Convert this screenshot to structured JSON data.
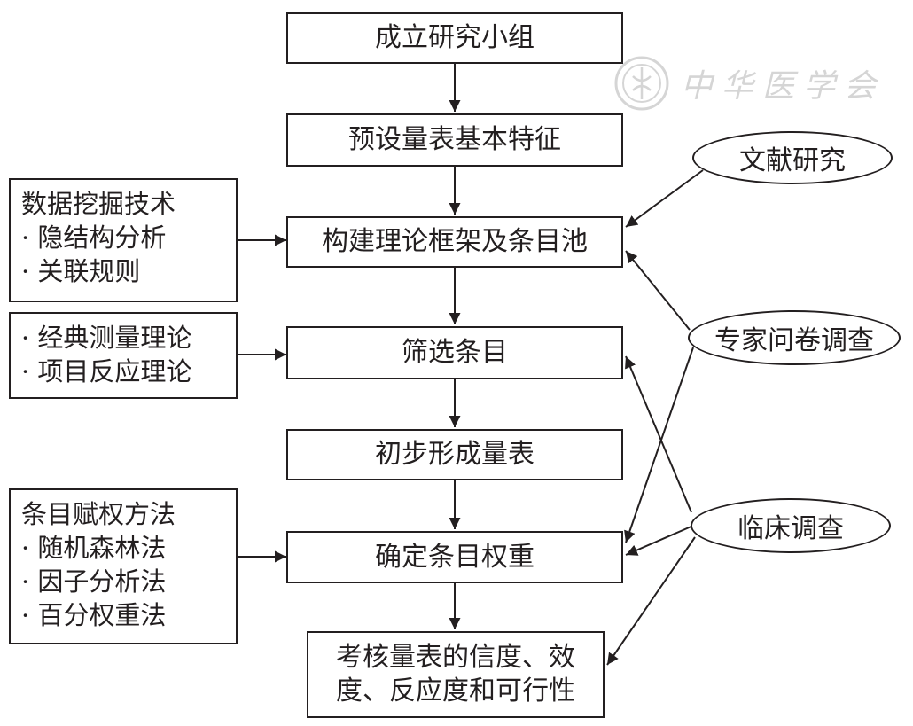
{
  "main_flow": [
    {
      "id": "s1",
      "lines": [
        "成立研究小组"
      ]
    },
    {
      "id": "s2",
      "lines": [
        "预设量表基本特征"
      ]
    },
    {
      "id": "s3",
      "lines": [
        "构建理论框架及条目池"
      ]
    },
    {
      "id": "s4",
      "lines": [
        "筛选条目"
      ]
    },
    {
      "id": "s5",
      "lines": [
        "初步形成量表"
      ]
    },
    {
      "id": "s6",
      "lines": [
        "确定条目权重"
      ]
    },
    {
      "id": "s7",
      "lines": [
        "考核量表的信度、效",
        "度、反应度和可行性"
      ]
    }
  ],
  "left_inputs": [
    {
      "id": "l1",
      "target": "s3",
      "lines": [
        "数据挖掘技术",
        "· 隐结构分析",
        "· 关联规则"
      ]
    },
    {
      "id": "l2",
      "target": "s4",
      "lines": [
        "· 经典测量理论",
        "· 项目反应理论"
      ]
    },
    {
      "id": "l3",
      "target": "s6",
      "lines": [
        "条目赋权方法",
        "· 随机森林法",
        "· 因子分析法",
        "· 百分权重法"
      ]
    }
  ],
  "right_sources": [
    {
      "id": "r1",
      "label": "文献研究",
      "targets": [
        "s3"
      ]
    },
    {
      "id": "r2",
      "label": "专家问卷调查",
      "targets": [
        "s3",
        "s6"
      ]
    },
    {
      "id": "r3",
      "label": "临床调查",
      "targets": [
        "s4",
        "s6",
        "s7"
      ]
    }
  ],
  "watermark": {
    "text": "中华医学会",
    "icon": "society-seal-icon"
  },
  "colors": {
    "stroke": "#231f20",
    "background": "#ffffff",
    "watermark": "#8a8a8a"
  }
}
